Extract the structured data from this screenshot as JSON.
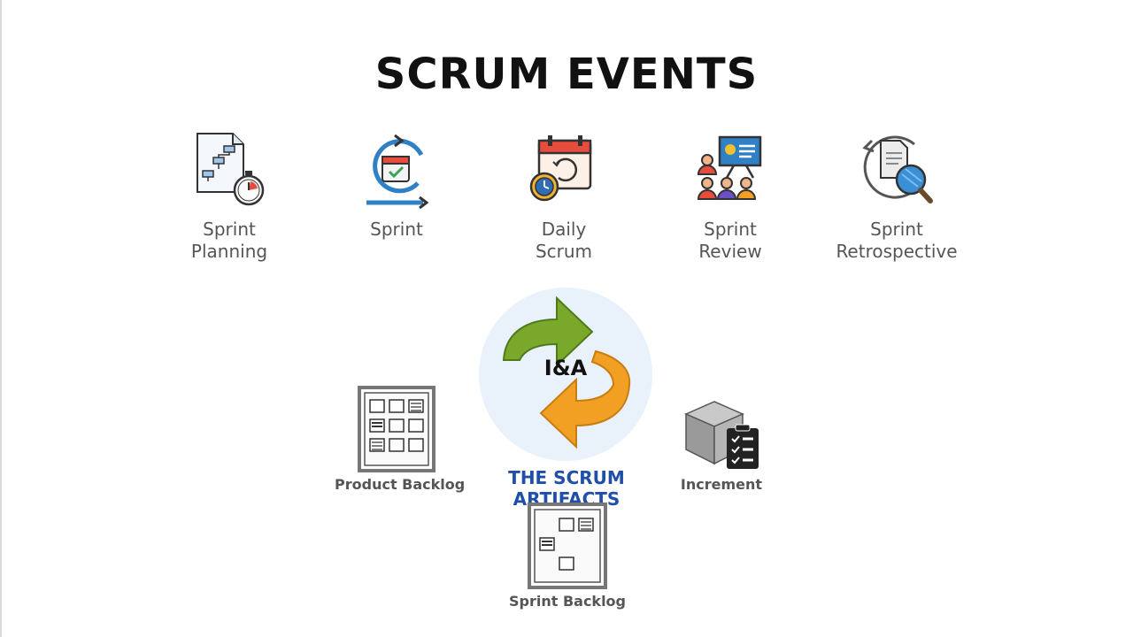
{
  "title": "SCRUM EVENTS",
  "events": [
    {
      "label": "Sprint\nPlanning",
      "icon": "sprint-planning-icon"
    },
    {
      "label": "Sprint",
      "icon": "sprint-cycle-icon"
    },
    {
      "label": "Daily\nScrum",
      "icon": "daily-scrum-calendar-icon"
    },
    {
      "label": "Sprint\nReview",
      "icon": "presentation-icon"
    },
    {
      "label": "Sprint\nRetrospective",
      "icon": "document-magnifier-icon"
    }
  ],
  "center": {
    "label": "I&A",
    "caption": "THE SCRUM ARTIFACTS",
    "colors": {
      "green": "#7aa82b",
      "orange": "#f2a024",
      "disc": "#e9f2fa",
      "caption": "#1f4fa8"
    }
  },
  "artifacts": {
    "product_backlog": "Product Backlog",
    "increment": "Increment",
    "sprint_backlog": "Sprint Backlog"
  }
}
